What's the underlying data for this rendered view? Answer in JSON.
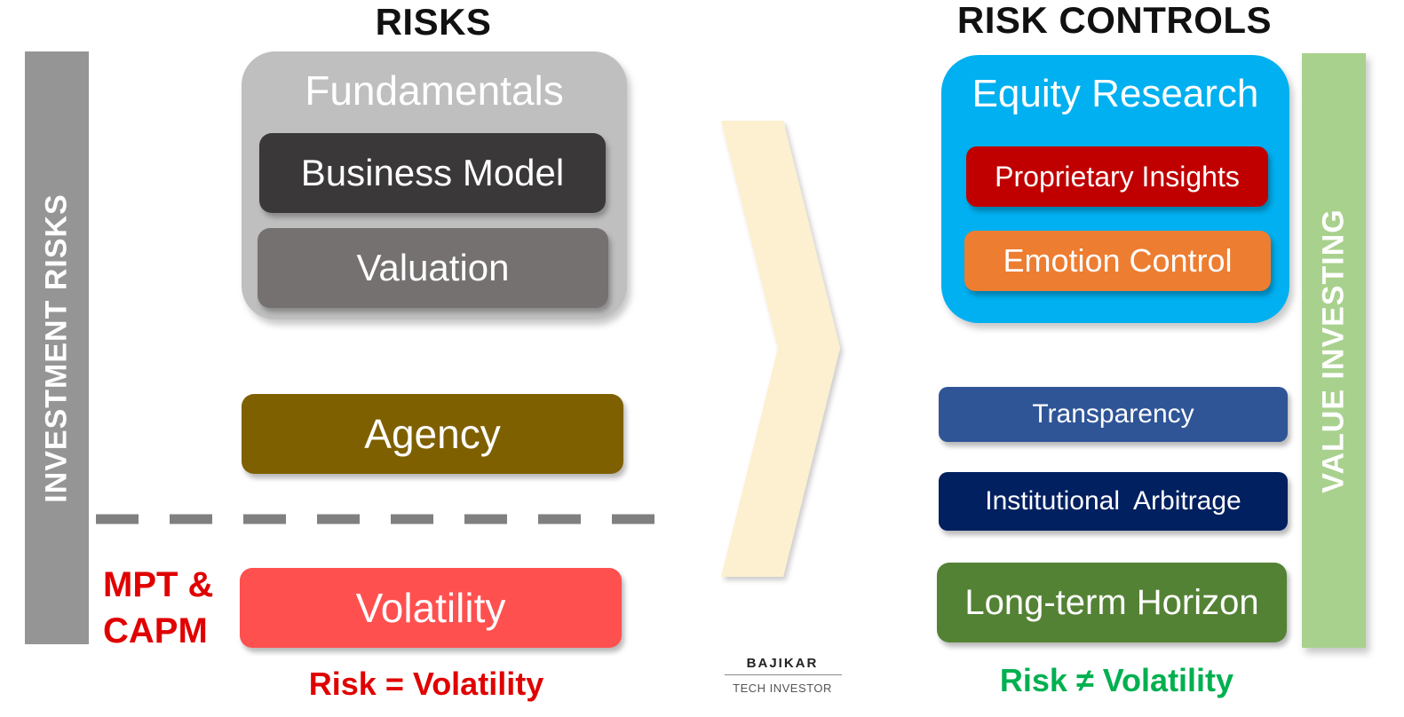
{
  "risks_title": "RISKS",
  "controls_title": "RISK CONTROLS",
  "left_bar_label": "INVESTMENT RISKS",
  "right_bar_label": "VALUE INVESTING",
  "fundamentals": {
    "title": "Fundamentals",
    "business_model": "Business Model",
    "valuation": "Valuation"
  },
  "agency": "Agency",
  "mpt_label": "MPT &\nCAPM",
  "volatility": "Volatility",
  "risk_eq": "Risk = Volatility",
  "equity_research": {
    "title": "Equity Research",
    "proprietary_insights": "Proprietary Insights",
    "emotion_control": "Emotion Control"
  },
  "transparency": "Transparency",
  "institutional_arbitrage": "Institutional  Arbitrage",
  "long_term_horizon": "Long-term Horizon",
  "risk_neq": "Risk ≠ Volatility",
  "brand": {
    "name": "BAJIKAR",
    "tagline": "TECH INVESTOR"
  },
  "colors": {
    "left_bar": "#959595",
    "right_bar": "#a9d18e",
    "fundamentals_bg": "#bfbfbf",
    "business_model": "#3a3838",
    "valuation": "#767171",
    "agency": "#7f6000",
    "volatility": "#ff5050",
    "mpt_text": "#e00000",
    "equity_research": "#00b0f0",
    "proprietary_insights": "#c00000",
    "emotion_control": "#ed7d31",
    "transparency": "#2f5597",
    "institutional_arbitrage": "#002060",
    "long_term_horizon": "#548235",
    "risk_neq_text": "#00b050",
    "chevron": "#fdf0d0"
  }
}
